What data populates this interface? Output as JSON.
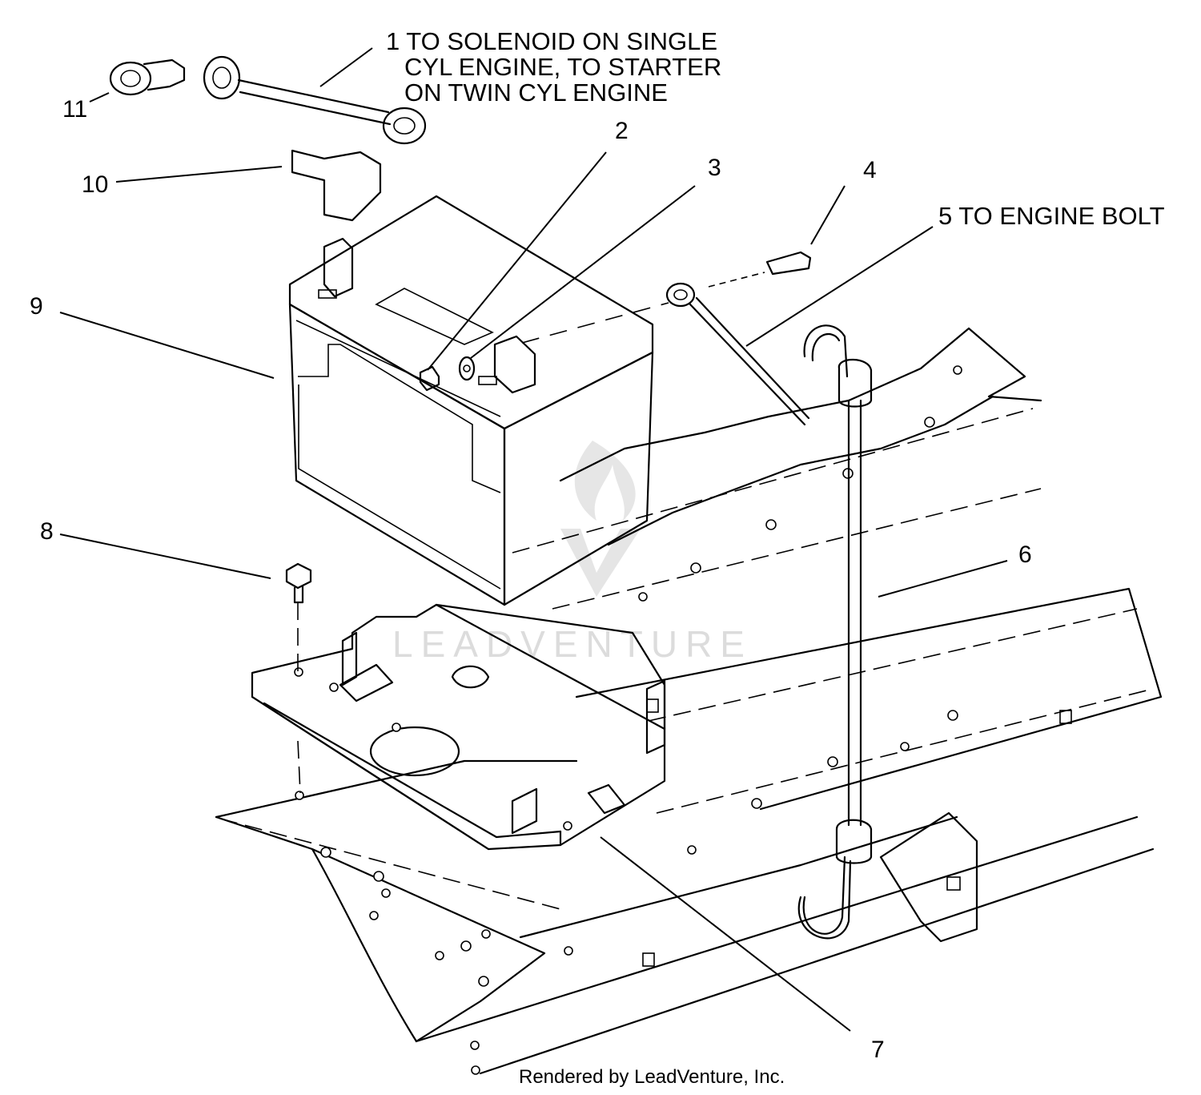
{
  "callouts": {
    "c1": "1 TO SOLENOID ON SINGLE",
    "c1_line2": "CYL ENGINE, TO STARTER",
    "c1_line3": "ON TWIN CYL ENGINE",
    "c2": "2",
    "c3": "3",
    "c4": "4",
    "c5": "5 TO ENGINE BOLT",
    "c6": "6",
    "c7": "7",
    "c8": "8",
    "c9": "9",
    "c10": "10",
    "c11": "11"
  },
  "watermark": "LEADVENTURE",
  "footer": "Rendered by LeadVenture, Inc."
}
